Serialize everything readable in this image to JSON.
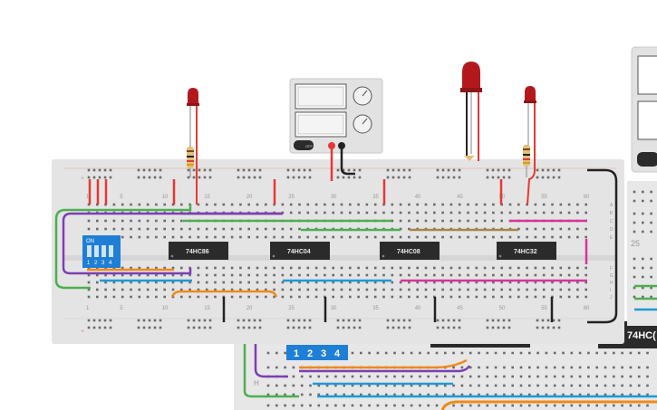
{
  "breadboard": {
    "column_numbers": [
      "1",
      "5",
      "10",
      "15",
      "20",
      "25",
      "30",
      "35",
      "40",
      "45",
      "50",
      "55",
      "60"
    ],
    "row_letters_top": [
      "A",
      "B",
      "C",
      "D",
      "E"
    ],
    "row_letters_bottom": [
      "F",
      "G",
      "H",
      "I",
      "J"
    ]
  },
  "dip_switch": {
    "on_label": "ON",
    "positions": [
      "1",
      "2",
      "3",
      "4"
    ]
  },
  "chips": [
    {
      "label": "74HC86"
    },
    {
      "label": "74HC04"
    },
    {
      "label": "74HC08"
    },
    {
      "label": "74HC32"
    }
  ],
  "lower_board": {
    "dip_positions": [
      "1",
      "2",
      "3",
      "4"
    ],
    "row_label": "H",
    "right_number": "25",
    "chip_fragment": "74HC("
  },
  "power_supply": {
    "off_label": "OFF"
  },
  "colors": {
    "board": "#e4e4e4",
    "chip": "#2b2b2b",
    "dip_switch": "#1f7fd6",
    "wire_red": "#e53935",
    "wire_black": "#222222",
    "wire_green": "#4caf50",
    "wire_purple": "#7b3fb5",
    "wire_orange": "#ef8a1c",
    "wire_blue": "#1e9ad6",
    "wire_pink": "#d6359a",
    "wire_brown": "#a8844a",
    "led_red": "#b3191c"
  }
}
